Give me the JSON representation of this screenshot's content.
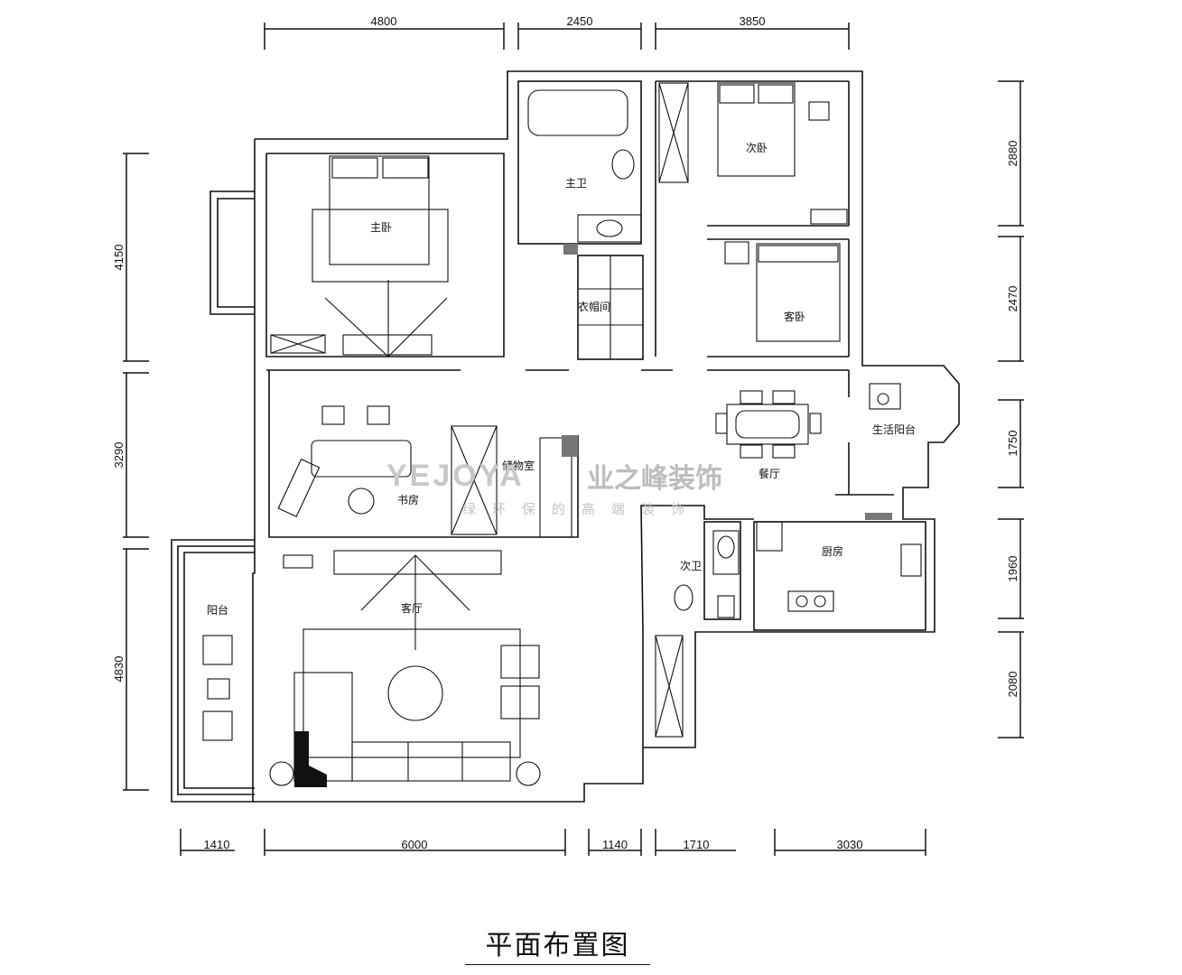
{
  "title": "平面布置图",
  "dimensions": {
    "top": [
      "4800",
      "2450",
      "3850"
    ],
    "bottom": [
      "1410",
      "6000",
      "1140",
      "1710",
      "3030"
    ],
    "left": [
      "4150",
      "3290",
      "4830"
    ],
    "right": [
      "2880",
      "2470",
      "1750",
      "1960",
      "2080"
    ]
  },
  "rooms": {
    "master_bedroom": "主卧",
    "master_bath": "主卫",
    "second_bedroom": "次卧",
    "guest_bedroom": "客卧",
    "closet": "衣帽间",
    "study": "书房",
    "storage": "储物室",
    "dining": "餐厅",
    "utility_balcony": "生活阳台",
    "kitchen": "厨房",
    "second_bath": "次卫",
    "living_room": "客厅",
    "balcony": "阳台"
  },
  "watermark": {
    "brand_en": "YEJOYA",
    "brand_cn": "业之峰装饰",
    "slogan": "绿环保的高端装饰"
  }
}
